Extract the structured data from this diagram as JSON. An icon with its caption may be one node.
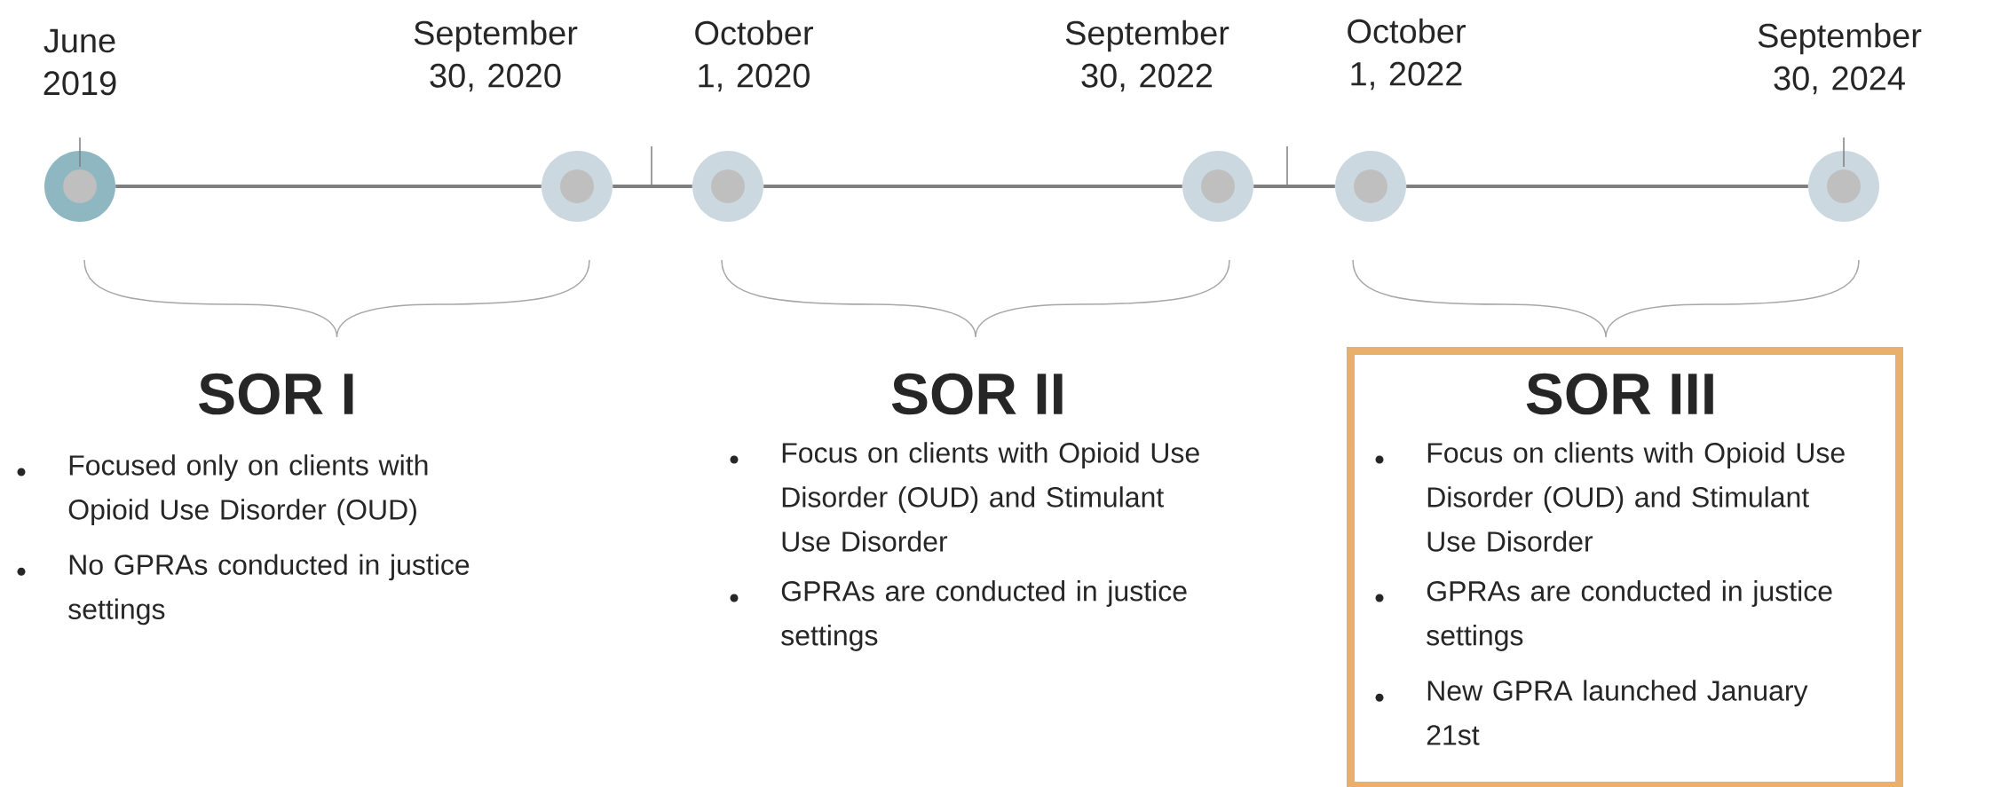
{
  "diagram": {
    "nodes": [
      {
        "text": [],
        "shape": "circle",
        "beside": [
          "June 2019"
        ]
      },
      {
        "text": [],
        "shape": "circle",
        "beside": [
          "September 30, 2020"
        ]
      },
      {
        "text": [],
        "shape": "circle",
        "beside": [
          "October 1, 2020"
        ]
      },
      {
        "text": [],
        "shape": "circle",
        "beside": [
          "September 30, 2022"
        ]
      },
      {
        "text": [],
        "shape": "circle",
        "beside": [
          "October 1, 2022"
        ]
      },
      {
        "text": [],
        "shape": "circle",
        "beside": [
          "September 30, 2024"
        ]
      },
      {
        "text": [
          "SOR III",
          "Focus on clients with Opioid Use Disorder (OUD) and Stimulant Use Disorder",
          "GPRAs are conducted in justice settings",
          "New GPRA launched January 21st"
        ]
      }
    ],
    "edges": [
      {
        "from": 0,
        "to": 1,
        "arrow": "none"
      },
      {
        "from": 1,
        "to": 2,
        "arrow": "none"
      },
      {
        "from": 2,
        "to": 3,
        "arrow": "none"
      },
      {
        "from": 3,
        "to": 4,
        "arrow": "none"
      },
      {
        "from": 4,
        "to": 5,
        "arrow": "none"
      }
    ],
    "labels": [
      "SOR I",
      "Focused only on clients with Opioid Use Disorder (OUD)",
      "No GPRAs conducted in justice settings",
      "SOR II",
      "Focus on clients with Opioid Use Disorder (OUD) and Stimulant Use Disorder",
      "GPRAs are conducted in justice settings"
    ]
  }
}
